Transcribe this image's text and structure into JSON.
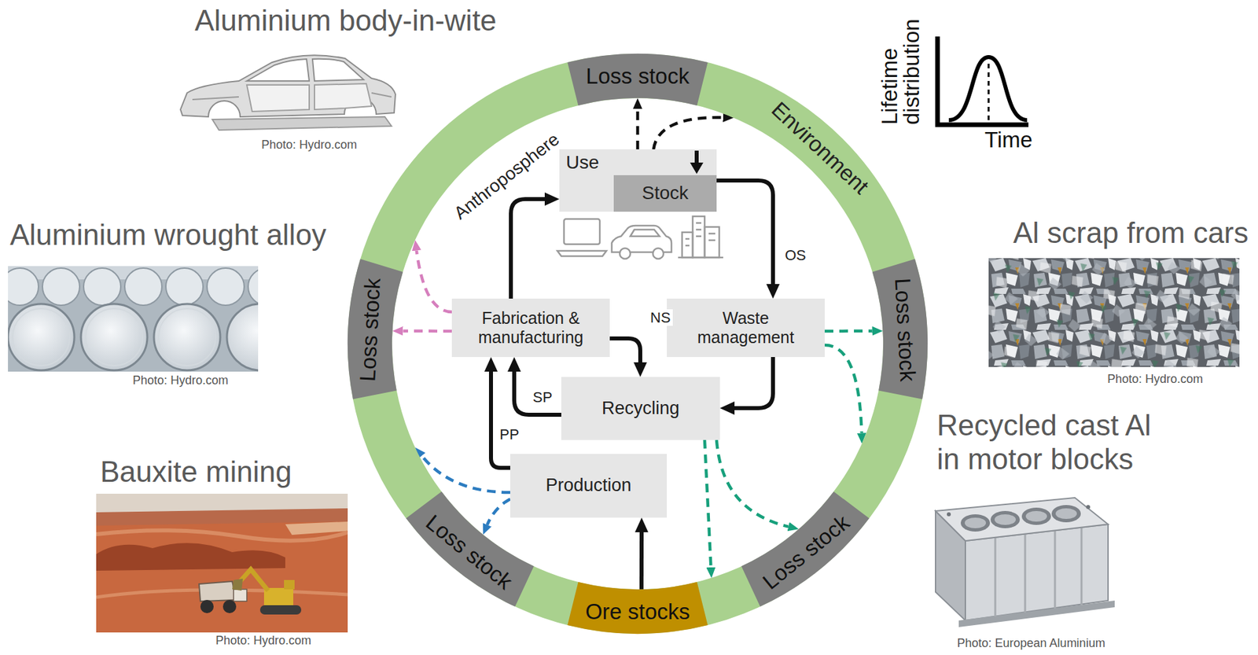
{
  "diagram": {
    "nodes": [
      {
        "text": [
          "Environment"
        ]
      },
      {
        "text": [
          "Loss stock"
        ],
        "in": 0
      },
      {
        "text": [
          "Loss stock"
        ],
        "in": 0
      },
      {
        "text": [
          "Loss stock"
        ],
        "in": 0
      },
      {
        "text": [
          "Ore stocks"
        ],
        "in": 0
      },
      {
        "text": [
          "Loss stock"
        ],
        "in": 0
      },
      {
        "text": [
          "Loss stock"
        ],
        "in": 0
      },
      {
        "text": [
          "Use"
        ]
      },
      {
        "text": [
          "Stock"
        ],
        "in": 7
      },
      {
        "text": [
          "Fabrication & manufacturing"
        ]
      },
      {
        "text": [
          "Waste management"
        ]
      },
      {
        "text": [
          "Recycling"
        ]
      },
      {
        "text": [
          "Production"
        ]
      }
    ],
    "edges": [
      {
        "from": 9,
        "to": 7,
        "arrow": "to"
      },
      {
        "from": 7,
        "to": 10,
        "label": "OS",
        "arrow": "to"
      },
      {
        "from": 10,
        "to": 11,
        "arrow": "to"
      },
      {
        "from": 9,
        "to": 11,
        "label": "NS",
        "arrow": "to"
      },
      {
        "from": 11,
        "to": 9,
        "label": "SP",
        "arrow": "to"
      },
      {
        "from": 12,
        "to": 9,
        "label": "PP",
        "arrow": "to"
      },
      {
        "from": 4,
        "to": 12,
        "arrow": "to"
      },
      {
        "from": 7,
        "to": 1,
        "arrow": "to"
      },
      {
        "from": 7,
        "to": 0,
        "arrow": "to"
      },
      {
        "from": 9,
        "to": 6,
        "arrow": "to"
      },
      {
        "from": 9,
        "to": 0,
        "arrow": "to"
      },
      {
        "from": 12,
        "to": 0,
        "arrow": "to"
      },
      {
        "from": 12,
        "to": 5,
        "arrow": "to"
      },
      {
        "from": 10,
        "to": 2,
        "arrow": "to"
      },
      {
        "from": 10,
        "to": 0,
        "arrow": "to"
      },
      {
        "from": 11,
        "to": 3,
        "arrow": "to"
      },
      {
        "from": 11,
        "to": 0,
        "arrow": "to"
      }
    ],
    "labels": [
      "Anthroposphere",
      "Aluminium body-in-wite",
      "Photo: Hydro.com",
      "Aluminium wrought alloy",
      "Photo: Hydro.com",
      "Bauxite mining",
      "Photo: Hydro.com",
      "Lifetime distribution",
      "Time",
      "Al scrap from cars",
      "Photo: Hydro.com",
      "Recycled cast Al in motor blocks",
      "Photo: European Aluminium"
    ]
  }
}
